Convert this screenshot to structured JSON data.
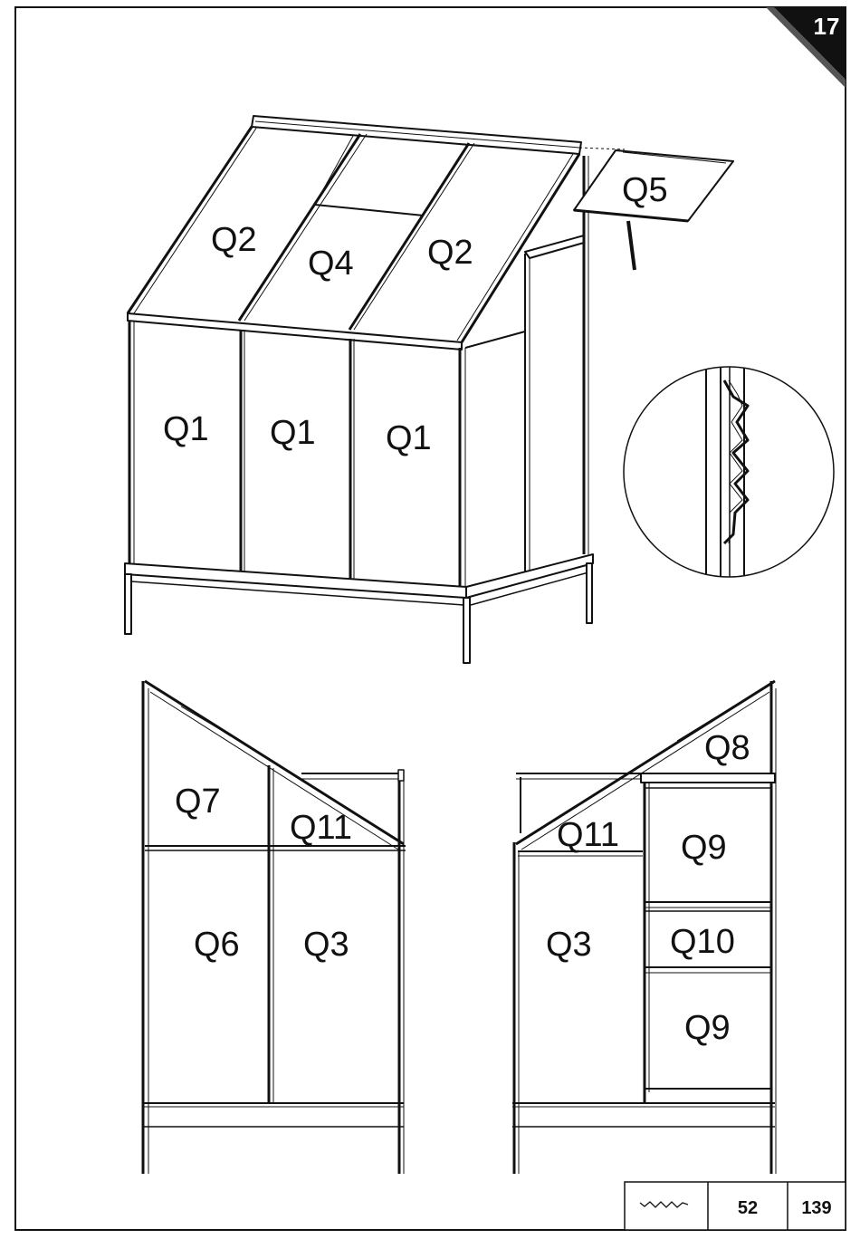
{
  "page": {
    "number": "17"
  },
  "front_view": {
    "labels": {
      "q1_left": "Q1",
      "q1_mid": "Q1",
      "q1_right": "Q1",
      "q2_left": "Q2",
      "q2_right": "Q2",
      "q4": "Q4",
      "q5": "Q5"
    }
  },
  "left_side_view": {
    "labels": {
      "q7": "Q7",
      "q11": "Q11",
      "q6": "Q6",
      "q3": "Q3"
    }
  },
  "right_side_view": {
    "labels": {
      "q8": "Q8",
      "q11": "Q11",
      "q9_top": "Q9",
      "q3": "Q3",
      "q10": "Q10",
      "q9_bottom": "Q9"
    }
  },
  "parts_table": {
    "part_icon": "wire-clip-icon",
    "qty_a": "52",
    "qty_b": "139"
  }
}
